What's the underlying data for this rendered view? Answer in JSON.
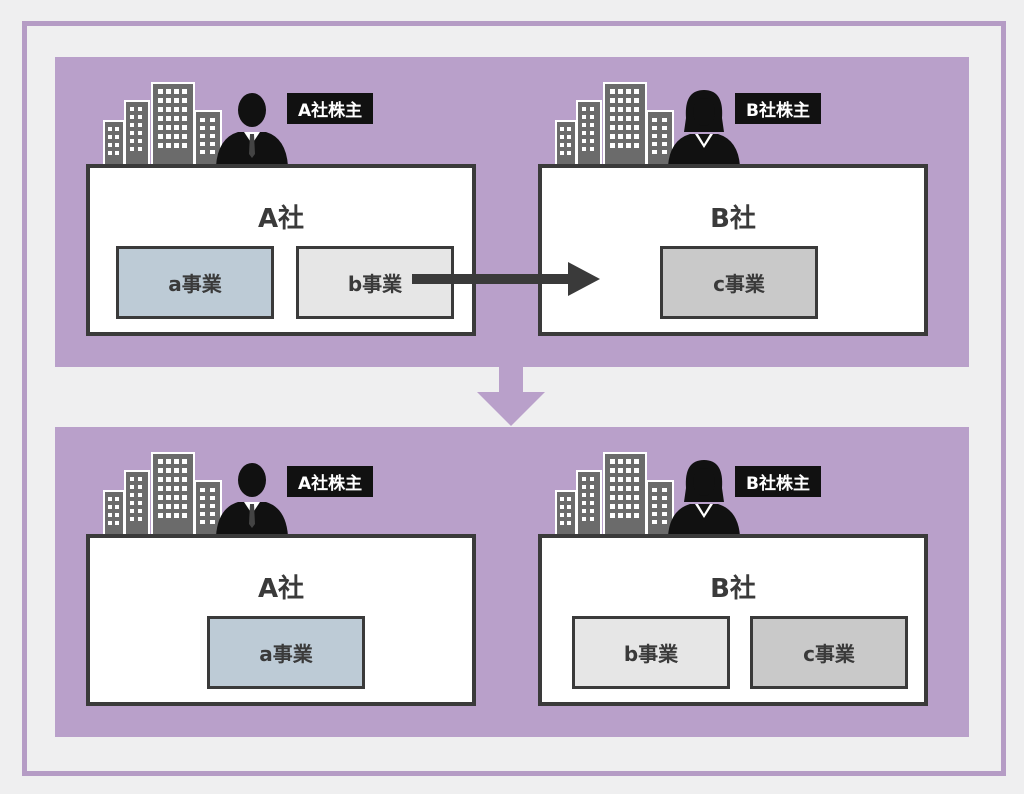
{
  "before": {
    "company_a": {
      "name": "A社",
      "shareholder": "A社株主",
      "businesses": [
        "a事業",
        "b事業"
      ]
    },
    "company_b": {
      "name": "B社",
      "shareholder": "B社株主",
      "businesses": [
        "c事業"
      ]
    }
  },
  "after": {
    "company_a": {
      "name": "A社",
      "shareholder": "A社株主",
      "businesses": [
        "a事業"
      ]
    },
    "company_b": {
      "name": "B社",
      "shareholder": "B社株主",
      "businesses": [
        "b事業",
        "c事業"
      ]
    }
  },
  "icons": {
    "buildings": "buildings-icon",
    "male_shareholder": "businessman-icon",
    "female_shareholder": "businesswoman-icon",
    "transfer_arrow": "arrow-right-icon",
    "transition_arrow": "arrow-down-icon"
  },
  "colors": {
    "panel": "#b9a0ca",
    "frame": "#b59cc5",
    "business_a": "#bdcbd6",
    "business_b": "#e6e6e6",
    "business_c": "#c9c9c9",
    "border": "#3a3a3a"
  }
}
